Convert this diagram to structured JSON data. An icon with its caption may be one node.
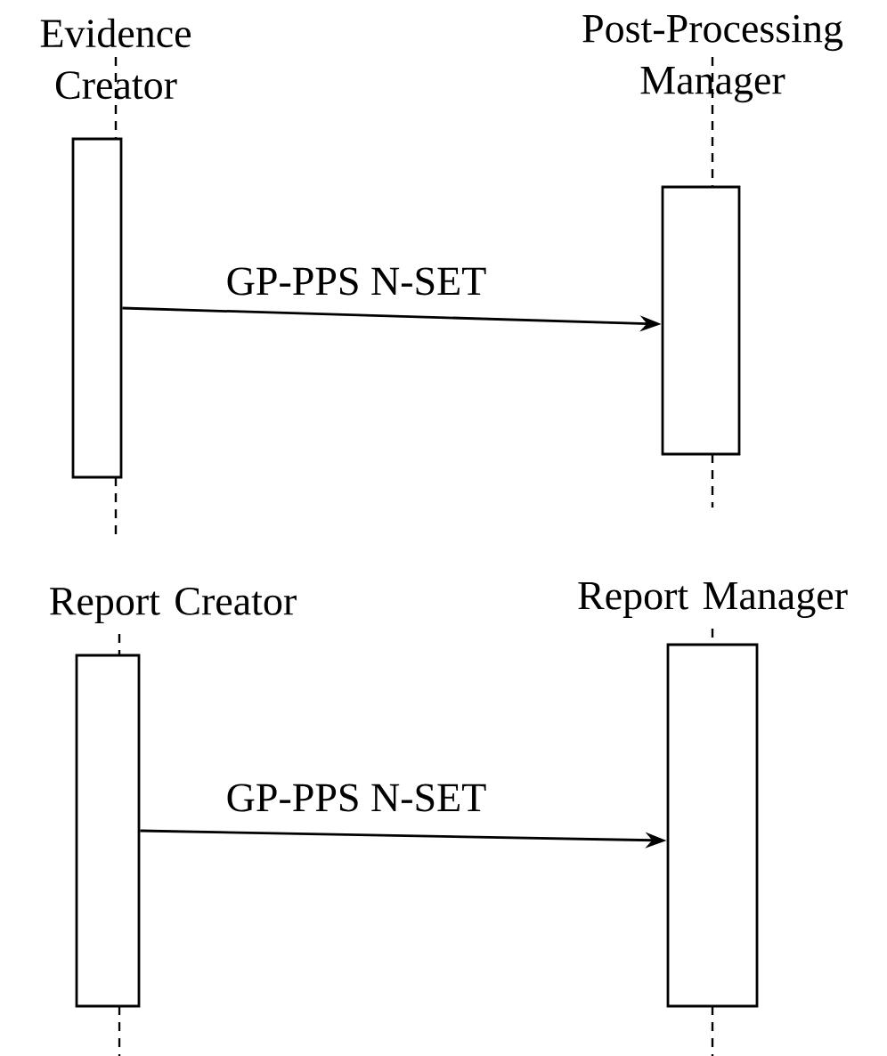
{
  "diagram": {
    "nodes": [
      {
        "text": [
          "Evidence Creator"
        ]
      },
      {
        "text": [
          "Post-Processing Manager"
        ]
      },
      {
        "text": [
          "Report Creator"
        ]
      },
      {
        "text": [
          "Report Manager"
        ]
      }
    ],
    "edges": [
      {
        "from": 0,
        "to": 1,
        "arrow": "to",
        "label": "GP-PPS N-SET"
      },
      {
        "from": 2,
        "to": 3,
        "arrow": "to",
        "label": "GP-PPS N-SET"
      }
    ]
  }
}
